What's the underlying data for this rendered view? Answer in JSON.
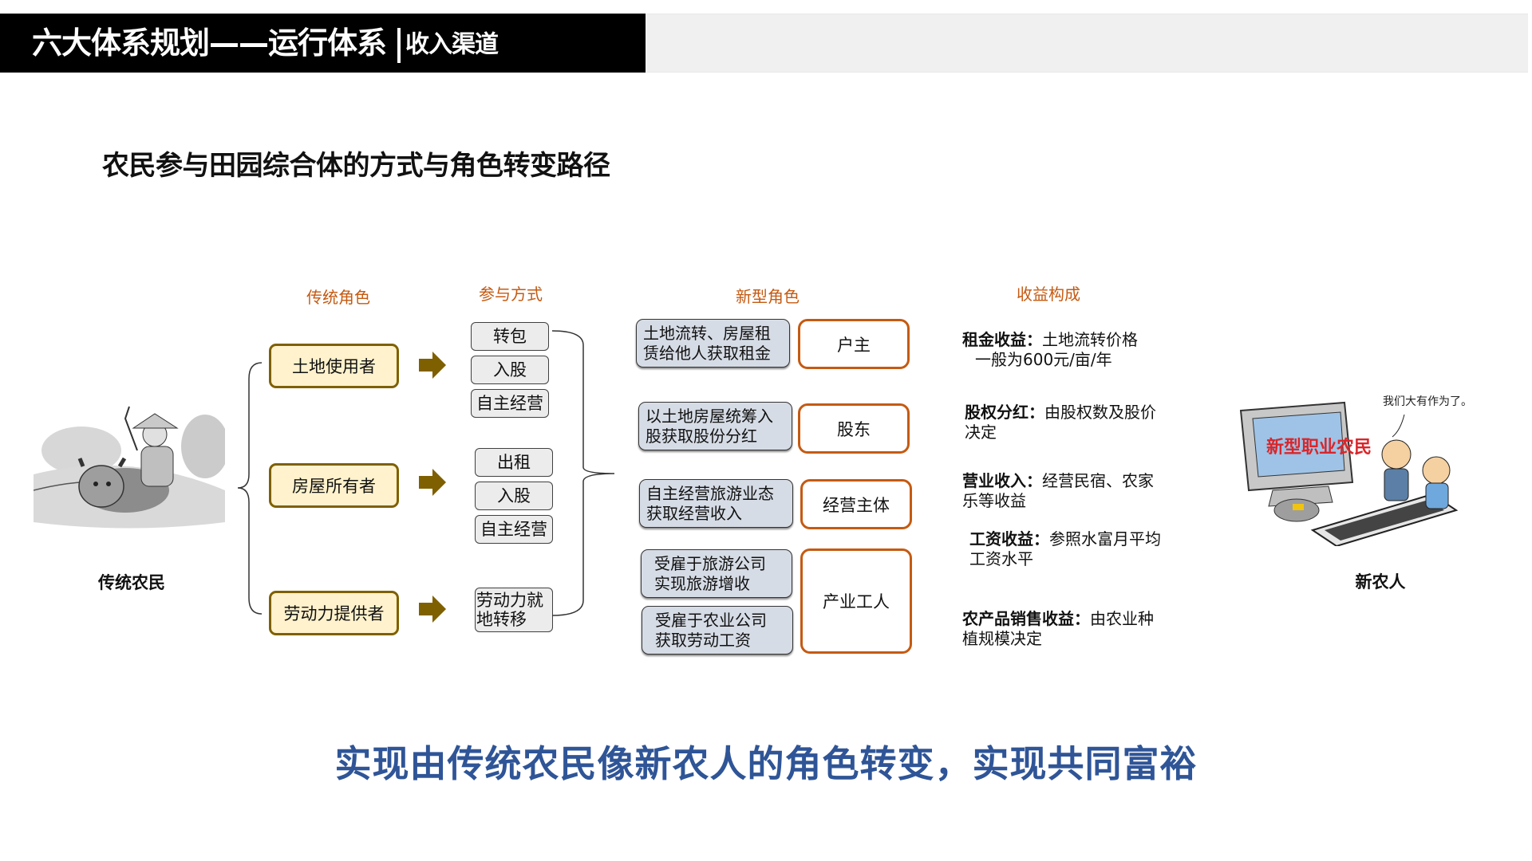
{
  "header": {
    "title": "六大体系规划——运行体系",
    "subtitle": "收入渠道"
  },
  "slide": {
    "heading": "农民参与田园综合体的方式与角色转变路径",
    "banner": "实现由传统农民像新农人的角色转变，实现共同富裕"
  },
  "columns": {
    "traditional_role": "传统角色",
    "participation": "参与方式",
    "new_role": "新型角色",
    "income": "收益构成"
  },
  "left_figure": {
    "caption": "传统农民",
    "image_desc": "cartoon farmer riding ox"
  },
  "right_figure": {
    "caption": "新农人",
    "screen_text": "新型职业农民",
    "speech": "我们大有作为了。"
  },
  "traditional_roles": [
    {
      "label": "土地使用者",
      "modes": [
        "转包",
        "入股",
        "自主经营"
      ]
    },
    {
      "label": "房屋所有者",
      "modes": [
        "出租",
        "入股",
        "自主经营"
      ]
    },
    {
      "label": "劳动力提供者",
      "modes": [
        "劳动力就地转移"
      ]
    }
  ],
  "new_roles": [
    {
      "desc": "土地流转、房屋租\n赁给他人获取租金",
      "role": "户主"
    },
    {
      "desc": "以土地房屋统筹入\n股获取股份分红",
      "role": "股东"
    },
    {
      "desc": "自主经营旅游业态\n获取经营收入",
      "role": "经营主体"
    },
    {
      "desc": "受雇于旅游公司\n实现旅游增收",
      "role": "产业工人"
    },
    {
      "desc": "受雇于农业公司\n获取劳动工资",
      "role": "产业工人"
    }
  ],
  "industrial_worker_label": "产业工人",
  "income": [
    {
      "title": "租金收益",
      "sep": "：",
      "text": "土地流转价格",
      "text2": "一般为600元/亩/年"
    },
    {
      "title": "股权分红",
      "sep": "：",
      "text": "由股权数及股价决定"
    },
    {
      "title": "营业收入",
      "sep": "：",
      "text": "经营民宿、农家乐等收益"
    },
    {
      "title": "工资收益",
      "sep": "：",
      "text": "参照水富月平均工资水平"
    },
    {
      "title": "农产品销售收益",
      "sep": "：",
      "text": "由农业种植规模决定"
    }
  ],
  "colors": {
    "header_bg": "#000000",
    "header_strip": "#f0f0f0",
    "column_head": "#c55a11",
    "trad_fill": "#fff2cc",
    "trad_border": "#7f6000",
    "arrow": "#7f6000",
    "mode_fill": "#ececec",
    "desc_fill": "#d6dce5",
    "role_border": "#c55a11",
    "banner": "#2f5597"
  }
}
